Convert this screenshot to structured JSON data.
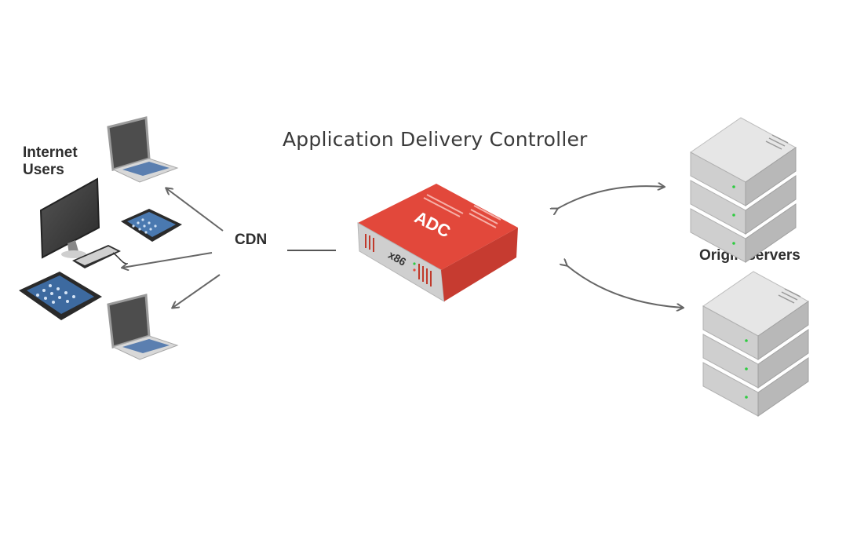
{
  "diagram": {
    "title": "Application Delivery Controller",
    "users_label_line1": "Internet",
    "users_label_line2": "Users",
    "cdn_label": "CDN",
    "origin_label": "Origin servers",
    "adc_label": "ADC",
    "adc_sublabel": "x86"
  },
  "colors": {
    "adc_red": "#e2483b",
    "arrow_gray": "#666666",
    "server_gray": "#cfcfcf",
    "screen_blue": "#3d6aa0"
  },
  "icons": [
    "laptop-icon",
    "tablet-icon",
    "desktop-monitor-icon",
    "keyboard-icon",
    "server-rack-icon",
    "adc-appliance-icon"
  ]
}
